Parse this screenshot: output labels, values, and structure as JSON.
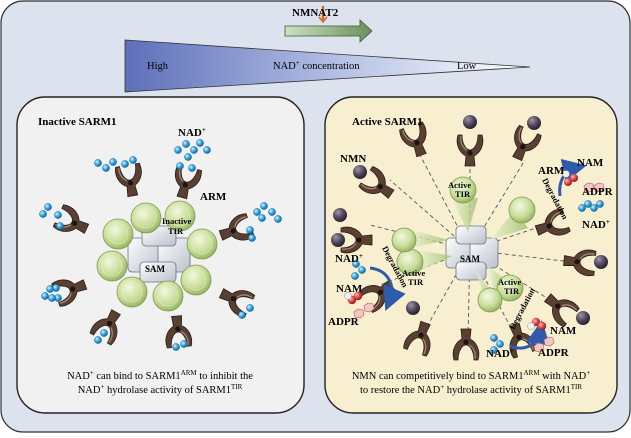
{
  "top": {
    "enzyme": "NMNAT2",
    "gradient_high": "High",
    "gradient_label_main": "NAD",
    "gradient_label_sup": "+",
    "gradient_label_rest": " concentration",
    "gradient_low": "Low"
  },
  "inactive": {
    "title": "Inactive SARM1",
    "nad_label": "NAD",
    "nad_sup": "+",
    "arm_label": "ARM",
    "tir_label_1": "Inactive",
    "tir_label_2": "TIR",
    "sam_label": "SAM",
    "caption": {
      "l1_a": "NAD",
      "l1_b": "+",
      "l1_c": " can bind to SARM1",
      "l1_d": "ARM",
      "l1_e": " to inhibit the",
      "l2_a": "NAD",
      "l2_b": "+",
      "l2_c": " hydrolase activity of SARM1",
      "l2_d": "TIR"
    }
  },
  "active": {
    "title": "Active SARM1",
    "nmn_label": "NMN",
    "arm_label": "ARM",
    "sam_label": "SAM",
    "active_tir_1": "Active",
    "active_tir_2": "TIR",
    "degradation": "Degradation",
    "nam": "NAM",
    "adpr": "ADPR",
    "nad": "NAD",
    "nad_sup": "+",
    "caption": {
      "l1_a": "NMN can competitively bind to SARM1",
      "l1_b": "ARM",
      "l1_c": " with NAD",
      "l1_d": "+",
      "l2_a": "to restore the NAD",
      "l2_b": "+",
      "l2_c": " hydrolase activity of SARM1",
      "l2_d": "TIR"
    }
  },
  "colors": {
    "outer_bg": "#dde2ef",
    "inactive_bg": "#f1f1f1",
    "active_bg": "#f8efd0",
    "arm_brown": "#5a4033",
    "tir_green": "#c7dd98",
    "nad_blue": "#1d8fce",
    "nmn_purple": "#4a3f55",
    "gradient_blue": "#5d6fb9",
    "arrow_blue": "#2f5bad",
    "nam_red": "#d23b3b"
  }
}
